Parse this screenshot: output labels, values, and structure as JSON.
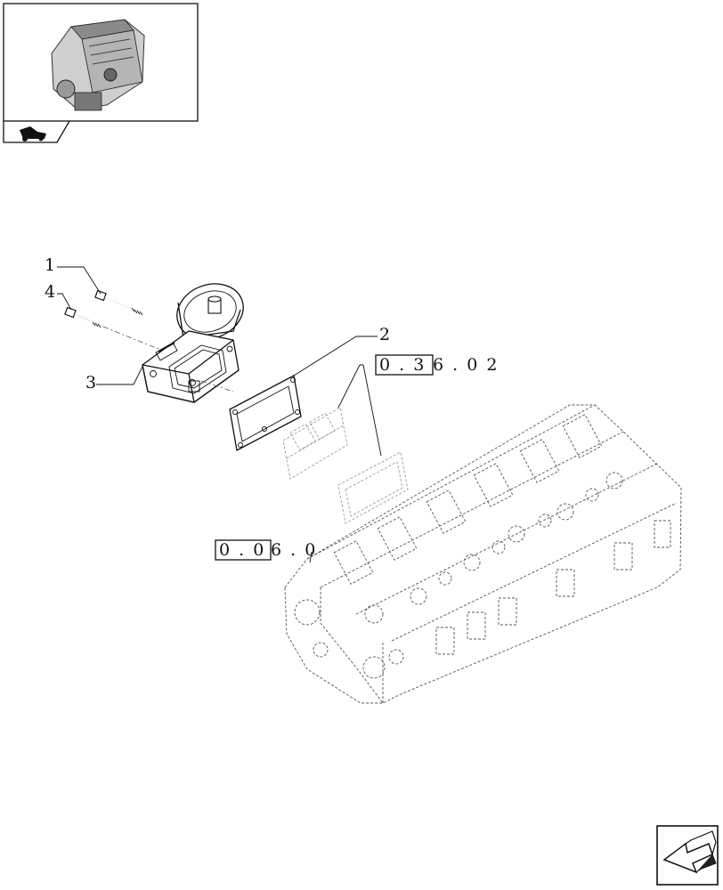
{
  "callouts": [
    {
      "id": "1",
      "label": "1"
    },
    {
      "id": "2",
      "label": "2"
    },
    {
      "id": "3",
      "label": "3"
    },
    {
      "id": "4",
      "label": "4"
    }
  ],
  "references": {
    "cover_gasket_ref": {
      "box_part": "0 . 3",
      "tail_part": "6 . 0 2"
    },
    "cylinder_head_ref": {
      "box_part": "0 . 0",
      "tail_part": "6 . 0"
    }
  },
  "icons": {
    "thumbnail": "engine-thumbnail-icon",
    "tab": "tractor-tab-icon",
    "navigation": "navigation-arrow-icon"
  }
}
